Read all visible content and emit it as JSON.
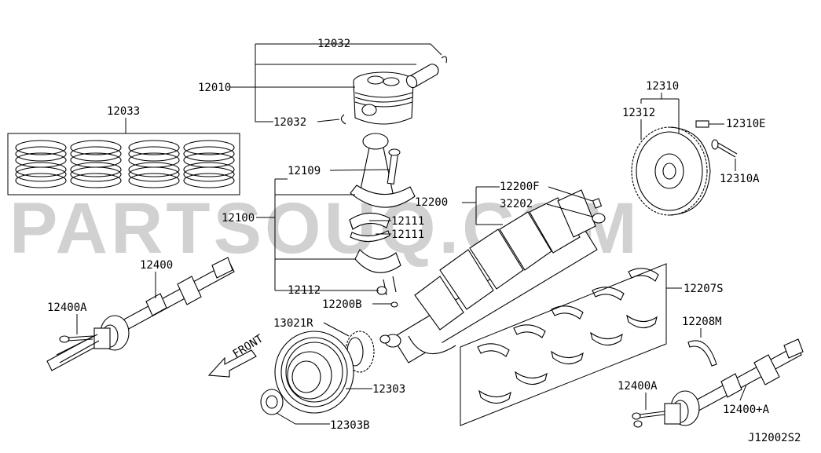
{
  "watermark": "PARTSOUQ.COM",
  "diagram_code": "J12002S2",
  "direction_label": "FRONT",
  "labels": {
    "l12032_top": "12032",
    "l12010": "12010",
    "l12032_bot": "12032",
    "l12033": "12033",
    "l12109": "12109",
    "l12100": "12100",
    "l12111_a": "12111",
    "l12111_b": "12111",
    "l12112": "12112",
    "l12400": "12400",
    "l12400A_left": "12400A",
    "l12200F": "12200F",
    "l12200": "12200",
    "l32202": "32202",
    "l12310": "12310",
    "l12312": "12312",
    "l12310E": "12310E",
    "l12310A": "12310A",
    "l12207S": "12207S",
    "l12200B": "12200B",
    "l13021R": "13021R",
    "l12208M": "12208M",
    "l12303": "12303",
    "l12303B": "12303B",
    "l12400A_right": "12400A",
    "l12400plusA": "12400+A"
  }
}
